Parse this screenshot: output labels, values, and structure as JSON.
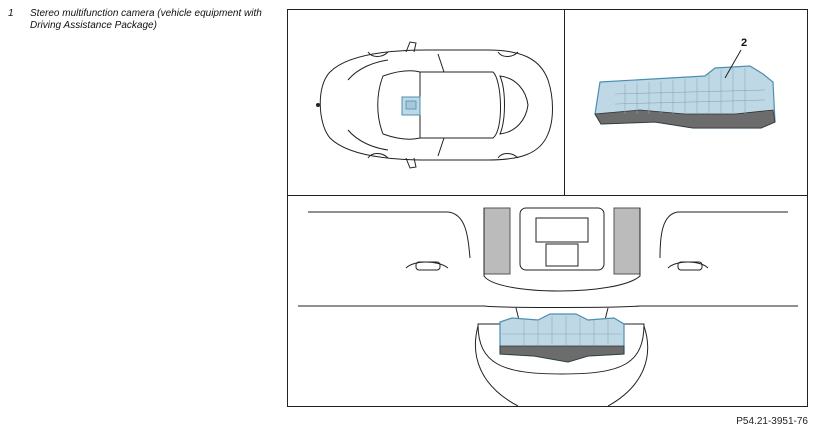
{
  "legend": [
    {
      "number": "1",
      "text": "Stereo multifunction camera (vehicle equipment with Driving Assistance Package)"
    }
  ],
  "callouts": {
    "camera_label": "2"
  },
  "figure_reference": "P54.21-3951-76",
  "colors": {
    "highlight_fill": "#bfd8e6",
    "highlight_stroke": "#4b8fb0",
    "line": "#222222",
    "camera_dark": "#6c6c6c"
  }
}
